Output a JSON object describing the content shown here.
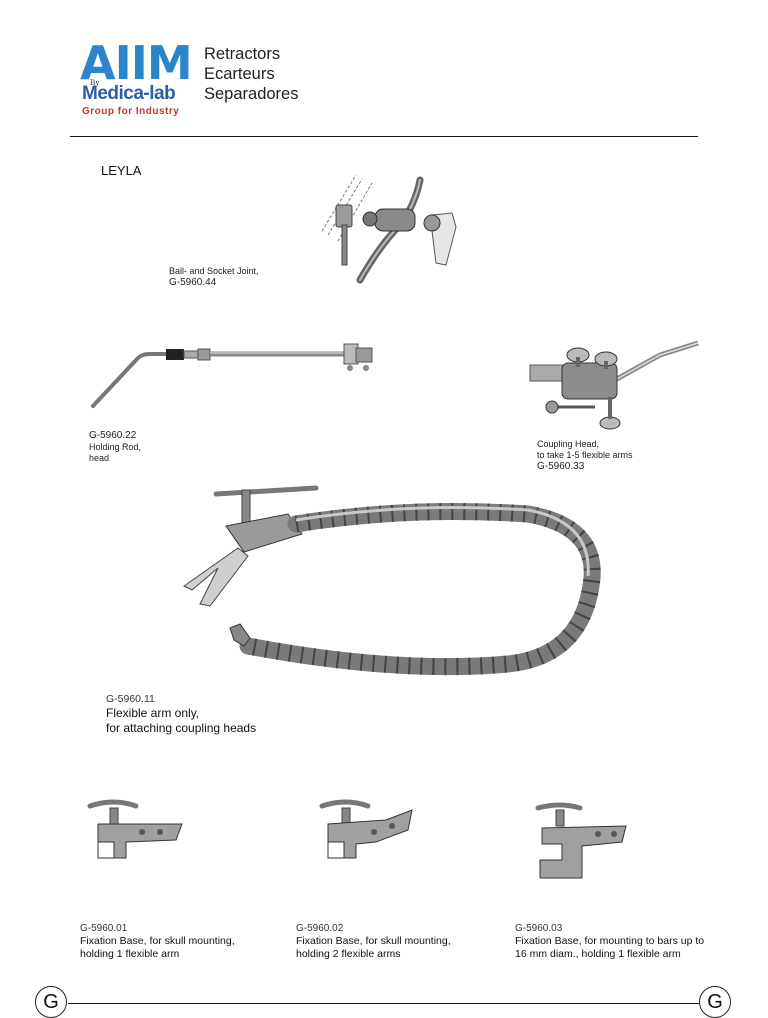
{
  "logo": {
    "main": "AIIM",
    "by": "By",
    "sub": "Medica-lab",
    "tagline": "Group for Industry"
  },
  "titles": [
    "Retractors",
    "Ecarteurs",
    "Separadores"
  ],
  "section": "LEYLA",
  "products": {
    "ball_socket": {
      "desc": "Ball- and Socket Joint,",
      "code": "G-5960.44"
    },
    "holding_rod": {
      "code": "G-5960.22",
      "desc1": "Holding Rod,",
      "desc2": "head"
    },
    "coupling_head": {
      "desc1": "Coupling Head,",
      "desc2": "to take 1-5 flexible arms",
      "code": "G-5960.33"
    },
    "flexible_arm": {
      "code": "G-5960.11",
      "desc1": "Flexible arm only,",
      "desc2": "for attaching coupling heads"
    },
    "base_01": {
      "code": "G-5960.01",
      "desc1": "Fixation Base, for skull mounting,",
      "desc2": "holding 1 flexible arm"
    },
    "base_02": {
      "code": "G-5960.02",
      "desc1": "Fixation Base, for skull mounting,",
      "desc2": "holding 2 flexible arms"
    },
    "base_03": {
      "code": "G-5960.03",
      "desc1": "Fixation Base, for mounting to bars up to",
      "desc2": "16 mm diam., holding 1 flexible arm"
    }
  },
  "footer": {
    "left_letter": "G",
    "right_letter": "G"
  },
  "colors": {
    "logo_blue": "#2a86c8",
    "logo_navy": "#2a5fa8",
    "logo_red": "#c0392b",
    "metal": "#8e8e8e"
  }
}
